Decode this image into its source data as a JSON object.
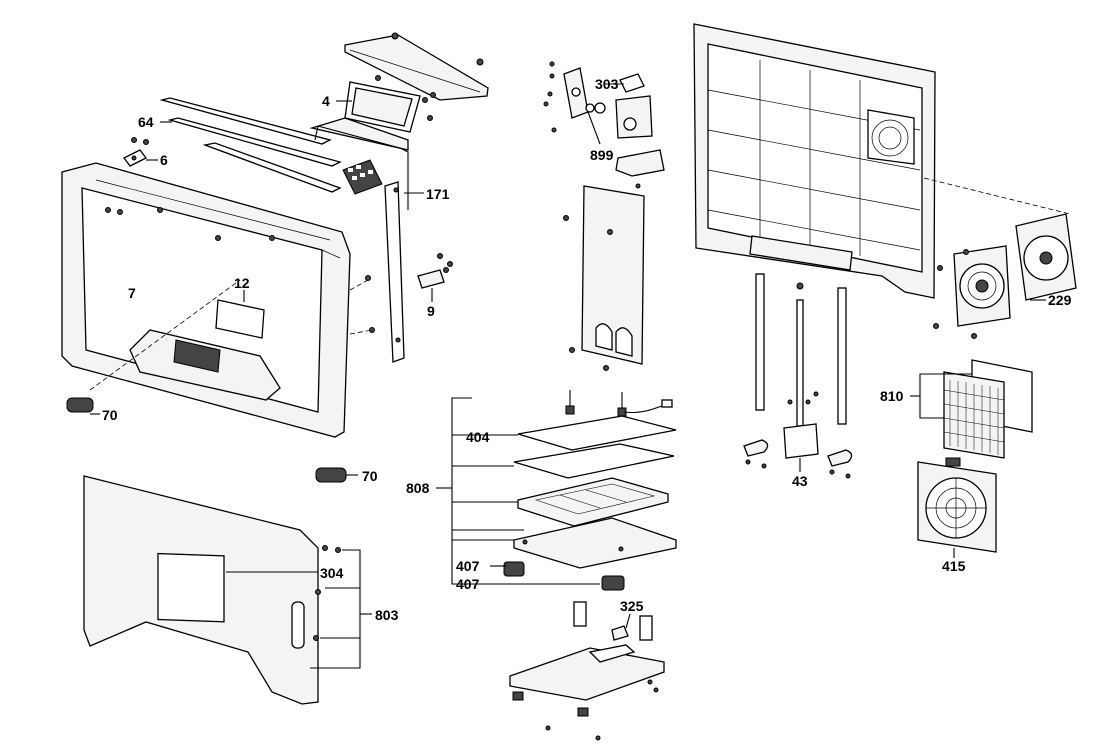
{
  "labels": {
    "l4": "4",
    "l64": "64",
    "l6": "6",
    "l171": "171",
    "l12": "12",
    "l7": "7",
    "l9": "9",
    "l70a": "70",
    "l70b": "70",
    "l304": "304",
    "l803": "803",
    "l303": "303",
    "l899": "899",
    "l404": "404",
    "l808": "808",
    "l407a": "407",
    "l407b": "407",
    "l325": "325",
    "l43": "43",
    "l229": "229",
    "l810": "810",
    "l415": "415"
  }
}
